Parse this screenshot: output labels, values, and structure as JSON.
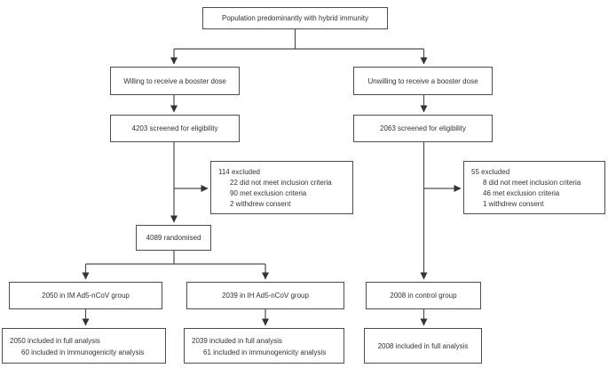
{
  "colors": {
    "background": "#ffffff",
    "line": "#4d4d4d",
    "box_border": "#4d4d4d",
    "text": "#333333"
  },
  "flowchart": {
    "population": "Population predominantly with hybrid immunity",
    "willing": "Willing to receive a booster dose",
    "unwilling": "Unwilling to receive a booster dose",
    "screened_willing": "4203 screened for eligibility",
    "screened_unwilling": "2063 screened for eligibility",
    "excluded_willing": {
      "lines": [
        "114 excluded",
        "22 did not meet inclusion criteria",
        "90 met exclusion criteria",
        "2 withdrew consent"
      ]
    },
    "excluded_unwilling": {
      "lines": [
        "55 excluded",
        "8 did not meet inclusion criteria",
        "46 met exclusion criteria",
        "1 withdrew consent"
      ]
    },
    "randomised": "4089 randomised",
    "im_group": "2050 in IM Ad5-nCoV group",
    "ih_group": "2039 in IH Ad5-nCoV group",
    "control_group": "2008 in control group",
    "im_analysis": {
      "lines": [
        "2050 included in full analysis",
        "60 included in immunogenicity analysis"
      ]
    },
    "ih_analysis": {
      "lines": [
        "2039 included in full analysis",
        "61 included in immunogenicity analysis"
      ]
    },
    "control_analysis": "2008 included in full analysis"
  }
}
